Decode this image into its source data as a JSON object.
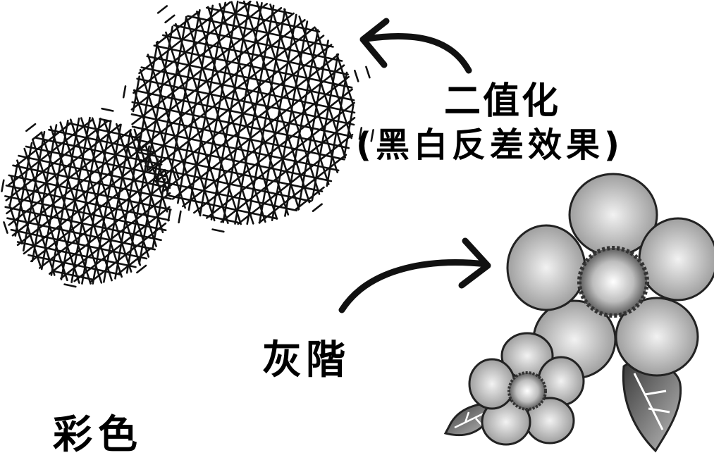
{
  "labels": {
    "binary": "二值化",
    "binary_note": "(黑白反差效果)",
    "grayscale": "灰階",
    "color": "彩色"
  },
  "colors": {
    "ink": "#111111",
    "gray_light": "#f4f4f4",
    "gray_mid": "#9a9a9a",
    "gray_dark": "#3a3a3a"
  }
}
